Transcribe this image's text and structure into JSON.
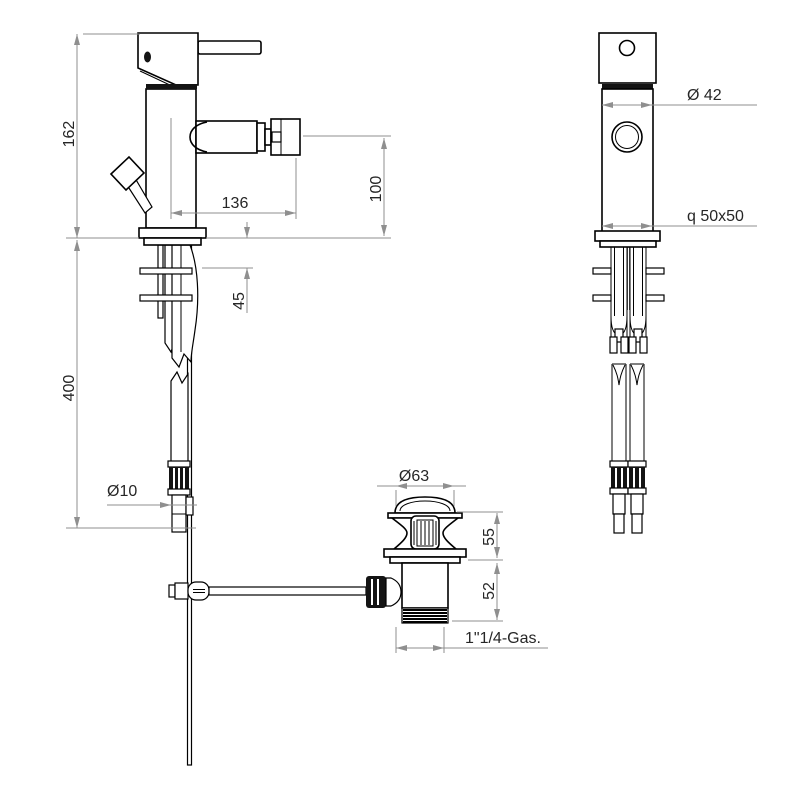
{
  "views": {
    "front": {
      "dim_total_height": "162",
      "dim_spout_reach": "136",
      "dim_spout_height": "100",
      "dim_deck_thickness": "45",
      "dim_hose_length": "400",
      "dim_hose_diameter": "Ø10"
    },
    "side": {
      "dim_body_diameter": "Ø 42",
      "dim_base_section": "q 50x50"
    },
    "waste": {
      "dim_cap_diameter": "Ø63",
      "dim_upper_height": "55",
      "dim_lower_height": "52",
      "dim_thread": "1\"1/4-Gas."
    },
    "colors": {
      "line": "#000000",
      "dimension": "#8f8f8f",
      "text": "#262626",
      "background": "#ffffff"
    }
  }
}
